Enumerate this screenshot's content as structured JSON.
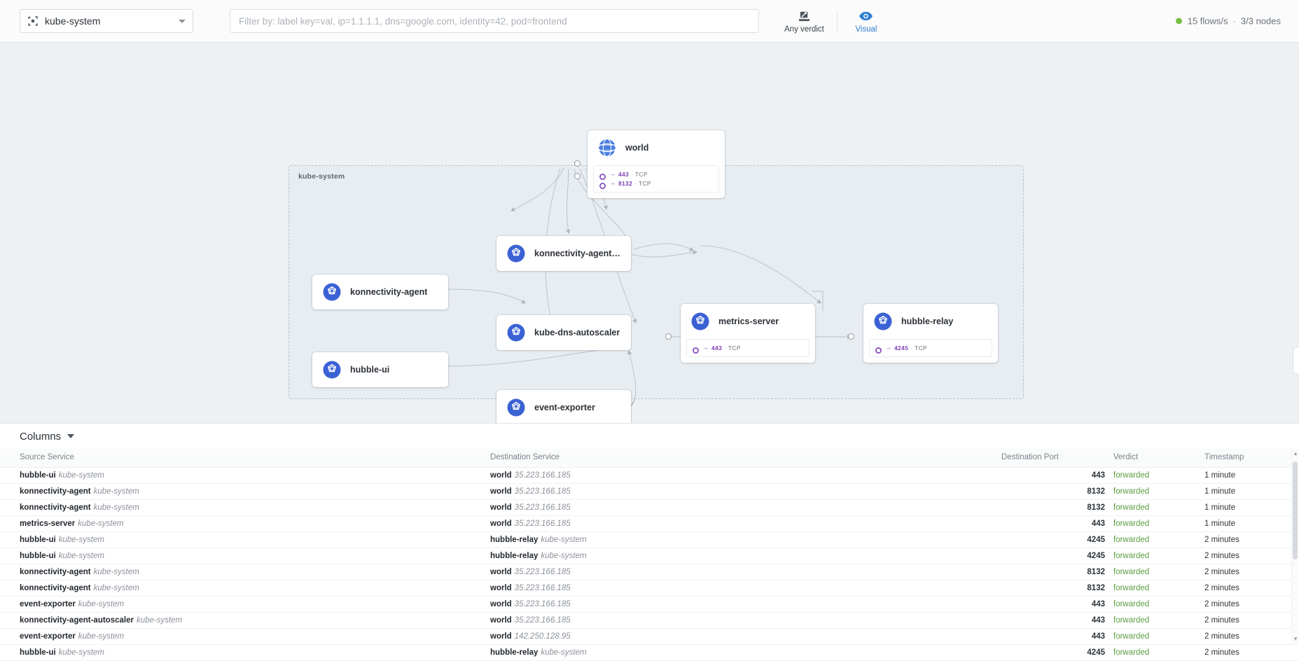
{
  "toolbar": {
    "namespace_icon": "namespace-brackets-icon",
    "namespace_value": "kube-system",
    "filter_placeholder": "Filter by: label key=val, ip=1.1.1.1, dns=google.com, identity=42, pod=frontend",
    "filter_value": "",
    "verdict_button": {
      "icon": "gavel-icon",
      "label": "Any verdict"
    },
    "visual_button": {
      "icon": "eye-icon",
      "label": "Visual"
    },
    "status": {
      "flows": "15 flows/s",
      "separator": "·",
      "nodes": "3/3 nodes",
      "dot_color": "#78c043"
    }
  },
  "graph": {
    "namespace_label": "kube-system",
    "nodes": [
      {
        "id": "world",
        "title": "world",
        "icon": "globe-icon",
        "ports": [
          {
            "arrow": "→",
            "port": "443",
            "dot": "·",
            "proto": "TCP"
          },
          {
            "arrow": "→",
            "port": "8132",
            "dot": "·",
            "proto": "TCP"
          }
        ]
      },
      {
        "id": "konnectivity-agent-autoscaler",
        "title": "konnectivity-agent-autosc...",
        "icon": "kubernetes-icon",
        "ports": []
      },
      {
        "id": "konnectivity-agent",
        "title": "konnectivity-agent",
        "icon": "kubernetes-icon",
        "ports": []
      },
      {
        "id": "kube-dns-autoscaler",
        "title": "kube-dns-autoscaler",
        "icon": "kubernetes-icon",
        "ports": []
      },
      {
        "id": "hubble-ui",
        "title": "hubble-ui",
        "icon": "kubernetes-icon",
        "ports": []
      },
      {
        "id": "event-exporter",
        "title": "event-exporter",
        "icon": "kubernetes-icon",
        "ports": []
      },
      {
        "id": "metrics-server",
        "title": "metrics-server",
        "icon": "kubernetes-icon",
        "ports": [
          {
            "arrow": "→",
            "port": "443",
            "dot": "·",
            "proto": "TCP"
          }
        ]
      },
      {
        "id": "hubble-relay",
        "title": "hubble-relay",
        "icon": "kubernetes-icon",
        "ports": [
          {
            "arrow": "→",
            "port": "4245",
            "dot": "·",
            "proto": "TCP"
          }
        ]
      }
    ]
  },
  "table": {
    "columns_label": "Columns",
    "headers": {
      "source": "Source Service",
      "destination": "Destination Service",
      "port": "Destination Port",
      "verdict": "Verdict",
      "timestamp": "Timestamp"
    },
    "rows": [
      {
        "src": "hubble-ui",
        "src_ns": "kube-system",
        "dst": "world",
        "dst_ns": "35.223.166.185",
        "port": "443",
        "verdict": "forwarded",
        "time": "1 minute"
      },
      {
        "src": "konnectivity-agent",
        "src_ns": "kube-system",
        "dst": "world",
        "dst_ns": "35.223.166.185",
        "port": "8132",
        "verdict": "forwarded",
        "time": "1 minute"
      },
      {
        "src": "konnectivity-agent",
        "src_ns": "kube-system",
        "dst": "world",
        "dst_ns": "35.223.166.185",
        "port": "8132",
        "verdict": "forwarded",
        "time": "1 minute"
      },
      {
        "src": "metrics-server",
        "src_ns": "kube-system",
        "dst": "world",
        "dst_ns": "35.223.166.185",
        "port": "443",
        "verdict": "forwarded",
        "time": "1 minute"
      },
      {
        "src": "hubble-ui",
        "src_ns": "kube-system",
        "dst": "hubble-relay",
        "dst_ns": "kube-system",
        "port": "4245",
        "verdict": "forwarded",
        "time": "2 minutes"
      },
      {
        "src": "hubble-ui",
        "src_ns": "kube-system",
        "dst": "hubble-relay",
        "dst_ns": "kube-system",
        "port": "4245",
        "verdict": "forwarded",
        "time": "2 minutes"
      },
      {
        "src": "konnectivity-agent",
        "src_ns": "kube-system",
        "dst": "world",
        "dst_ns": "35.223.166.185",
        "port": "8132",
        "verdict": "forwarded",
        "time": "2 minutes"
      },
      {
        "src": "konnectivity-agent",
        "src_ns": "kube-system",
        "dst": "world",
        "dst_ns": "35.223.166.185",
        "port": "8132",
        "verdict": "forwarded",
        "time": "2 minutes"
      },
      {
        "src": "event-exporter",
        "src_ns": "kube-system",
        "dst": "world",
        "dst_ns": "35.223.166.185",
        "port": "443",
        "verdict": "forwarded",
        "time": "2 minutes"
      },
      {
        "src": "konnectivity-agent-autoscaler",
        "src_ns": "kube-system",
        "dst": "world",
        "dst_ns": "35.223.166.185",
        "port": "443",
        "verdict": "forwarded",
        "time": "2 minutes"
      },
      {
        "src": "event-exporter",
        "src_ns": "kube-system",
        "dst": "world",
        "dst_ns": "142.250.128.95",
        "port": "443",
        "verdict": "forwarded",
        "time": "2 minutes"
      },
      {
        "src": "hubble-ui",
        "src_ns": "kube-system",
        "dst": "hubble-relay",
        "dst_ns": "kube-system",
        "port": "4245",
        "verdict": "forwarded",
        "time": "2 minutes"
      }
    ]
  },
  "colors": {
    "accent": "#2e7fd4",
    "verdict_forwarded": "#5b9f3d",
    "port_purple": "#7b3fb8",
    "status_green": "#78c043"
  }
}
